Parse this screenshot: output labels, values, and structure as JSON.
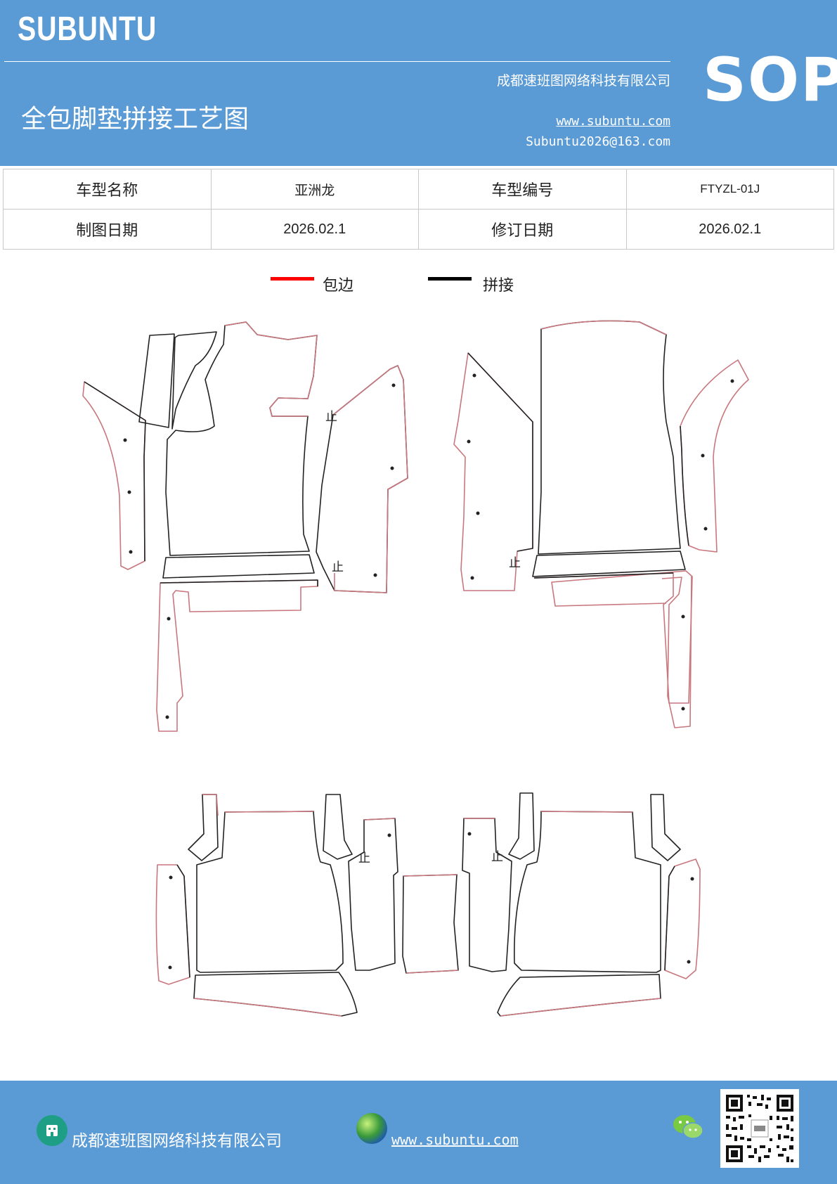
{
  "header": {
    "brand": "SUBUNTU",
    "company": "成都速班图网络科技有限公司",
    "title": "全包脚垫拼接工艺图",
    "website": "www.subuntu.com",
    "email": "Subuntu2026@163.com",
    "badge": "SOP"
  },
  "info_table": {
    "model_name_label": "车型名称",
    "model_name_value": "亚洲龙",
    "model_code_label": "车型编号",
    "model_code_value": "FTYZL-01J",
    "draw_date_label": "制图日期",
    "draw_date_value": "2026.02.1",
    "revise_date_label": "修订日期",
    "revise_date_value": "2026.02.1"
  },
  "legend": {
    "edge_label": "包边",
    "edge_color": "#ff0000",
    "seam_label": "拼接",
    "seam_color": "#000000"
  },
  "diagram": {
    "stop_mark": "止",
    "edge_color": "#c9777e",
    "seam_color": "#222222"
  },
  "footer": {
    "company": "成都速班图网络科技有限公司",
    "website": "www.subuntu.com"
  }
}
